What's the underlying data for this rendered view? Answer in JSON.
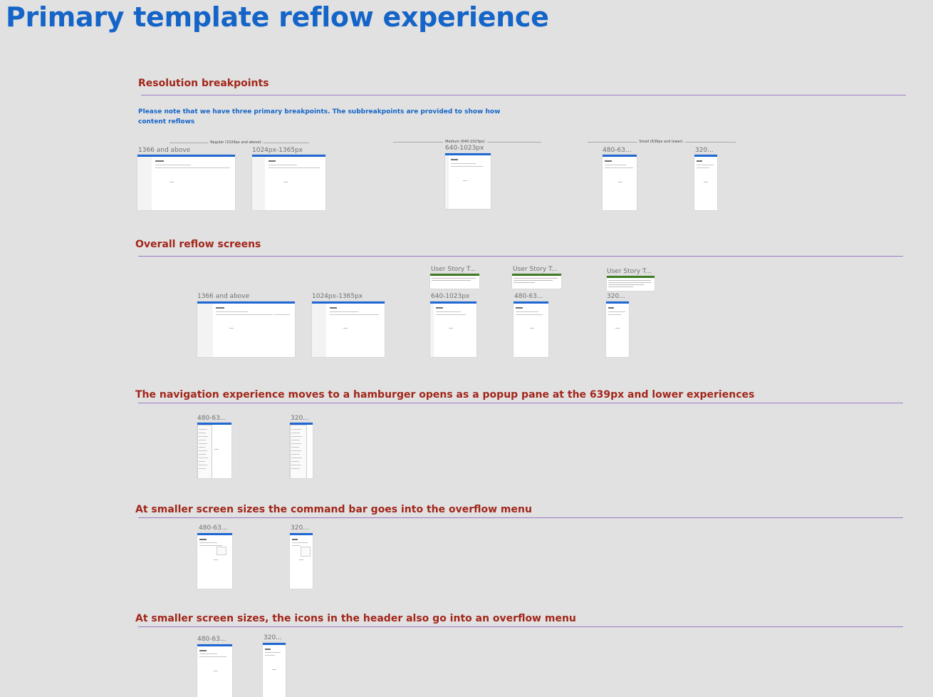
{
  "page": {
    "title": "Primary template reflow experience"
  },
  "colors": {
    "title": "#1565c8",
    "section_title": "#a2261a",
    "divider": "#a07ac8",
    "header_bar": "#1f67d2",
    "story_bar": "#3f7b21"
  },
  "sections": {
    "resolution": {
      "title": "Resolution breakpoints",
      "note": "Please note that we have three primary breakpoints. The subbreakpoints are provided to show how content reflows",
      "groups": {
        "regular": "Regular (1024px and above)",
        "medium": "Medium (640-1023px)",
        "small": "Small (639px and lower)"
      },
      "captions": [
        "1366 and above",
        "1024px-1365px",
        "640-1023px",
        "480-63...",
        "320..."
      ]
    },
    "overall": {
      "title": "Overall reflow screens",
      "story_caption": "User Story T...",
      "captions": [
        "1366 and above",
        "1024px-1365px",
        "640-1023px",
        "480-63...",
        "320..."
      ]
    },
    "navigation": {
      "title": "The navigation experience  moves to a hamburger opens as a popup pane at the 639px and lower experiences",
      "captions": [
        "480-63...",
        "320..."
      ]
    },
    "command_bar": {
      "title": "At smaller screen sizes the command bar goes into the overflow menu",
      "captions": [
        "480-63...",
        "320..."
      ]
    },
    "header_icons": {
      "title": "At smaller screen sizes, the icons in the header also go into an overflow menu",
      "captions": [
        "480-63...",
        "320..."
      ]
    }
  }
}
